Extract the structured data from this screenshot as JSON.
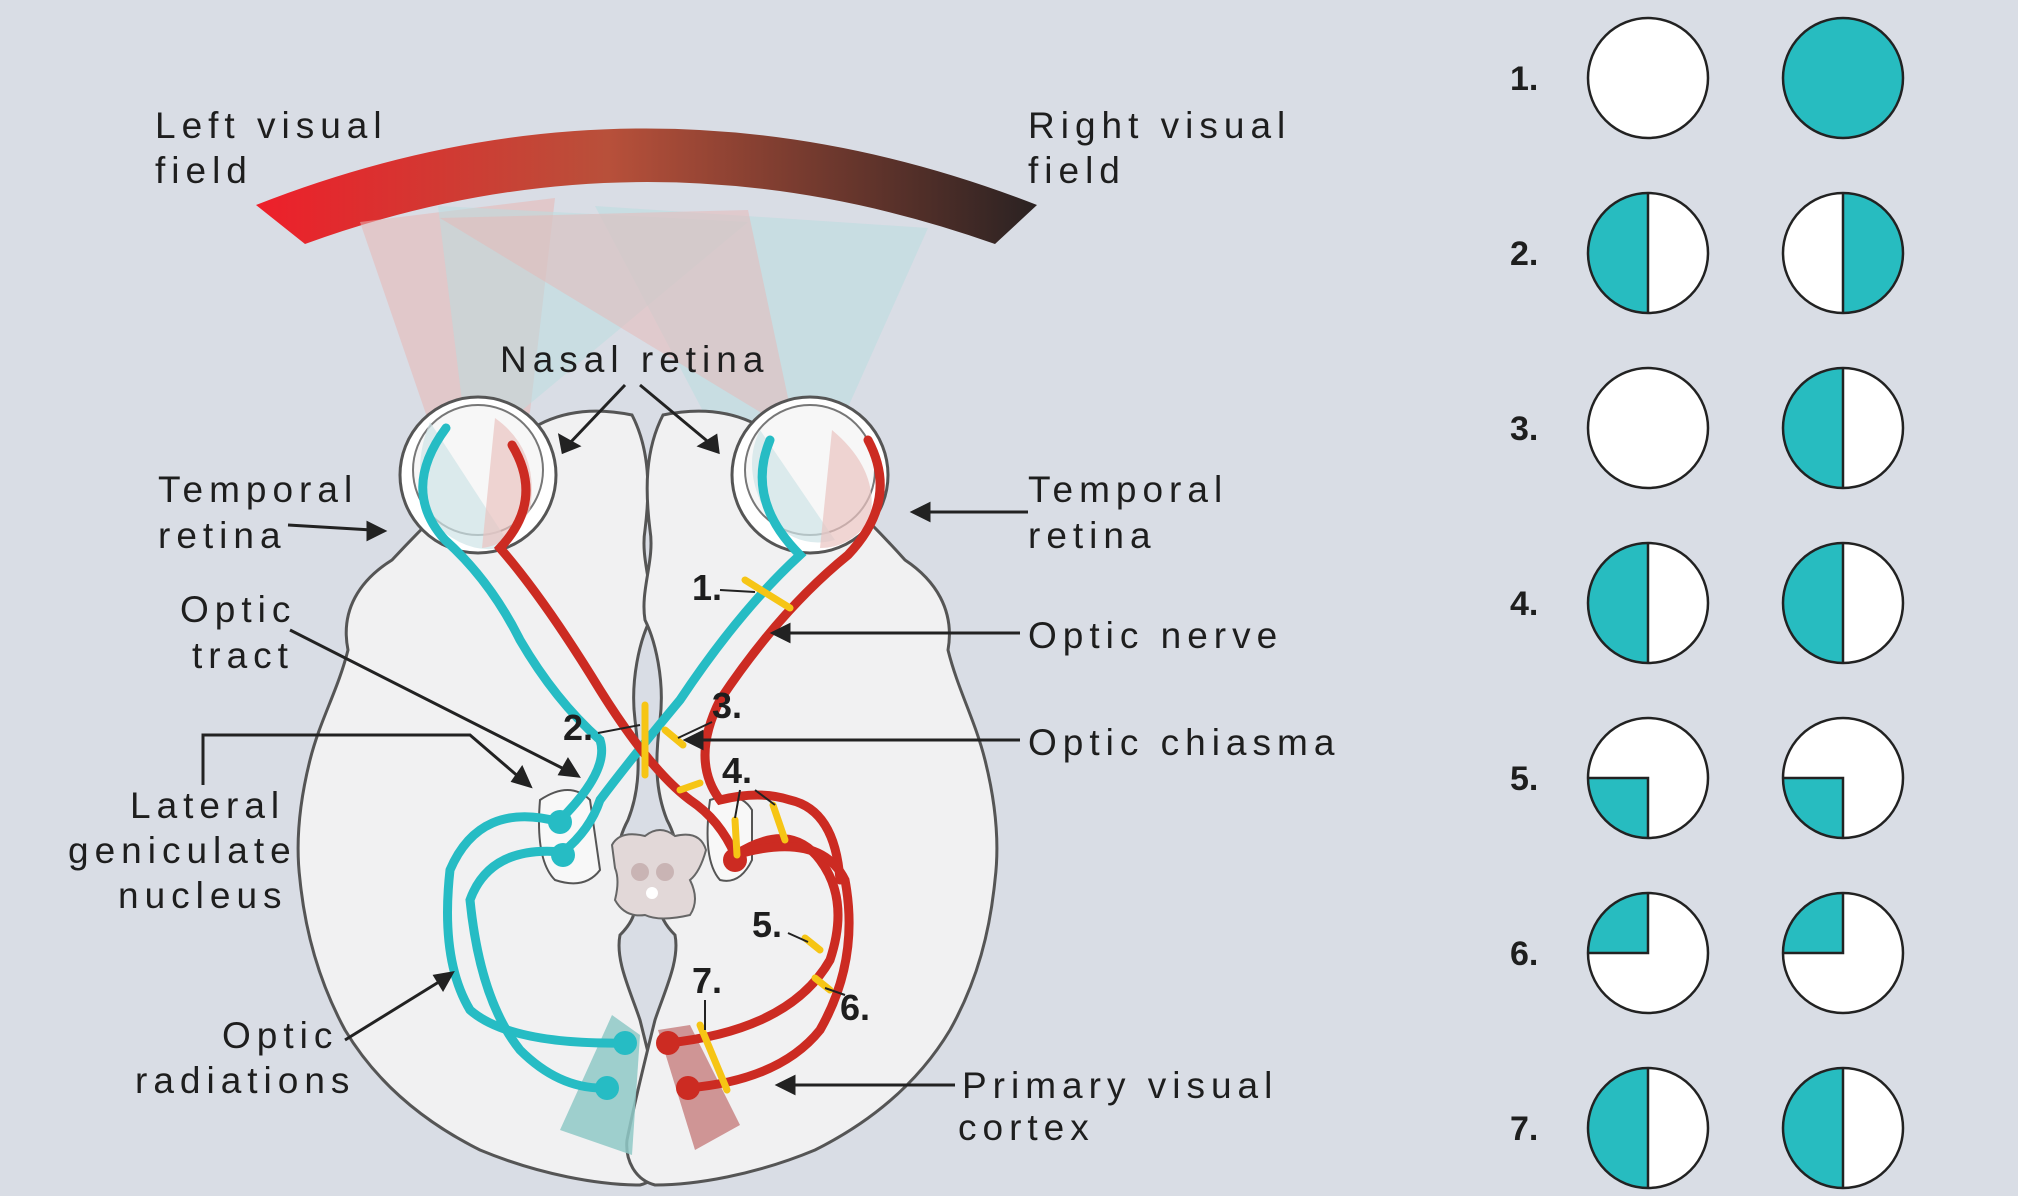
{
  "labels": {
    "left_visual_field": [
      "Left visual",
      "field"
    ],
    "right_visual_field": [
      "Right visual",
      "field"
    ],
    "nasal_retina": "Nasal retina",
    "temporal_retina_left": [
      "Temporal",
      "retina"
    ],
    "temporal_retina_right": [
      "Temporal",
      "retina"
    ],
    "optic_tract": [
      "Optic",
      "tract"
    ],
    "optic_nerve": "Optic nerve",
    "optic_chiasma": "Optic chiasma",
    "lateral_geniculate_nucleus": [
      "Lateral",
      "geniculate",
      "nucleus"
    ],
    "optic_radiations": [
      "Optic",
      "radiations"
    ],
    "primary_visual_cortex": [
      "Primary visual",
      "cortex"
    ]
  },
  "lesion_markers": [
    "1.",
    "2.",
    "3.",
    "4.",
    "5.",
    "6.",
    "7."
  ],
  "visual_field_defects": [
    {
      "label": "1.",
      "left_eye": "none",
      "right_eye": "full"
    },
    {
      "label": "2.",
      "left_eye": "left-half",
      "right_eye": "right-half"
    },
    {
      "label": "3.",
      "left_eye": "none",
      "right_eye": "left-half"
    },
    {
      "label": "4.",
      "left_eye": "left-half",
      "right_eye": "left-half"
    },
    {
      "label": "5.",
      "left_eye": "lower-left-quadrant",
      "right_eye": "lower-left-quadrant"
    },
    {
      "label": "6.",
      "left_eye": "upper-left-quadrant",
      "right_eye": "upper-left-quadrant"
    },
    {
      "label": "7.",
      "left_eye": "left-half",
      "right_eye": "left-half"
    }
  ],
  "colors": {
    "background": "#d9dde5",
    "defect_fill": "#27bcc0",
    "left_field": "#ee1f2a",
    "right_field": "#2a2222",
    "cyan_pathway": "#26bcc4",
    "red_pathway": "#cc2b22",
    "lesion_bar": "#f6c515"
  }
}
